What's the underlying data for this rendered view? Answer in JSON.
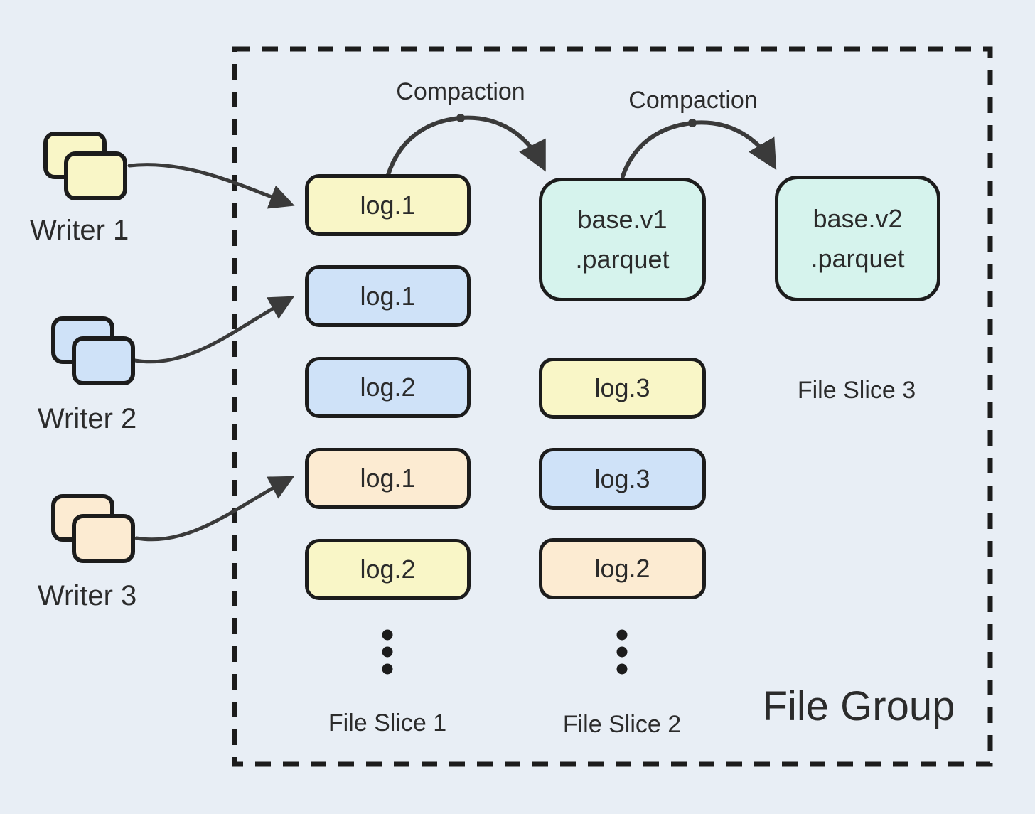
{
  "writers": [
    {
      "label": "Writer 1",
      "color": "#f9f6c7"
    },
    {
      "label": "Writer 2",
      "color": "#cfe2f8"
    },
    {
      "label": "Writer 3",
      "color": "#fcebd2"
    }
  ],
  "compaction_labels": [
    "Compaction",
    "Compaction"
  ],
  "file_group": {
    "label": "File Group",
    "slices": [
      {
        "label": "File Slice 1",
        "boxes": [
          {
            "text": "log.1",
            "color": "#f9f6c7"
          },
          {
            "text": "log.1",
            "color": "#cfe2f8"
          },
          {
            "text": "log.2",
            "color": "#cfe2f8"
          },
          {
            "text": "log.1",
            "color": "#fcebd2"
          },
          {
            "text": "log.2",
            "color": "#f9f6c7"
          }
        ],
        "has_ellipsis": true
      },
      {
        "label": "File Slice 2",
        "boxes": [
          {
            "line1": "base.v1",
            "line2": ".parquet",
            "color": "#d6f3ed"
          },
          {
            "text": "log.3",
            "color": "#f9f6c7"
          },
          {
            "text": "log.3",
            "color": "#cfe2f8"
          },
          {
            "text": "log.2",
            "color": "#fcebd2"
          }
        ],
        "has_ellipsis": true
      },
      {
        "label": "File Slice 3",
        "boxes": [
          {
            "line1": "base.v2",
            "line2": ".parquet",
            "color": "#d6f3ed"
          }
        ],
        "has_ellipsis": false
      }
    ]
  },
  "icons": {
    "ellipsis": "vertical-ellipsis",
    "writer_cards": "stacked-cards",
    "arrowhead": "filled-triangle"
  },
  "colors": {
    "background": "#e8eef5",
    "yellow": "#f9f6c7",
    "blue": "#cfe2f8",
    "peach": "#fcebd2",
    "mint": "#d6f3ed",
    "stroke": "#1c1c1c",
    "arrow": "#3a3a3a",
    "text": "#2b2b2b"
  }
}
